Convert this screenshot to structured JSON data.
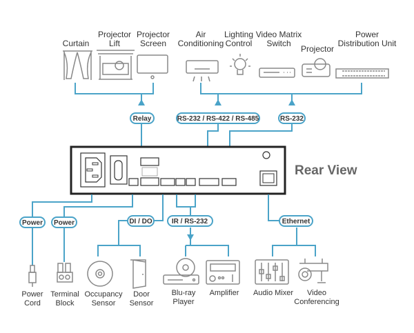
{
  "title": "Rear View",
  "colors": {
    "wire": "#4aa3c8",
    "device_outline": "#888888",
    "panel": "#222222"
  },
  "top_devices": [
    {
      "id": "curtain",
      "label_lines": [
        "Curtain"
      ],
      "icon": "curtain-icon"
    },
    {
      "id": "projector-lift",
      "label_lines": [
        "Projector",
        "Lift"
      ],
      "icon": "projector-lift-icon"
    },
    {
      "id": "projector-screen",
      "label_lines": [
        "Projector",
        "Screen"
      ],
      "icon": "projector-screen-icon"
    },
    {
      "id": "air-conditioning",
      "label_lines": [
        "Air",
        "Conditioning"
      ],
      "icon": "air-conditioner-icon"
    },
    {
      "id": "lighting-control",
      "label_lines": [
        "Lighting",
        "Control"
      ],
      "icon": "light-bulb-icon"
    },
    {
      "id": "video-matrix-switch",
      "label_lines": [
        "Video Matrix",
        "Switch"
      ],
      "icon": "matrix-switch-icon"
    },
    {
      "id": "projector",
      "label_lines": [
        "Projector"
      ],
      "icon": "projector-icon"
    },
    {
      "id": "pdu",
      "label_lines": [
        "Power",
        "Distribution Unit"
      ],
      "icon": "pdu-icon"
    }
  ],
  "bottom_devices": [
    {
      "id": "power-cord",
      "label_lines": [
        "Power",
        "Cord"
      ],
      "icon": "power-cord-icon"
    },
    {
      "id": "terminal-block",
      "label_lines": [
        "Terminal",
        "Block"
      ],
      "icon": "terminal-block-icon"
    },
    {
      "id": "occupancy-sensor",
      "label_lines": [
        "Occupancy",
        "Sensor"
      ],
      "icon": "occupancy-sensor-icon"
    },
    {
      "id": "door-sensor",
      "label_lines": [
        "Door",
        "Sensor"
      ],
      "icon": "door-icon"
    },
    {
      "id": "bluray-player",
      "label_lines": [
        "Blu-ray",
        "Player"
      ],
      "icon": "bluray-player-icon"
    },
    {
      "id": "amplifier",
      "label_lines": [
        "Amplifier"
      ],
      "icon": "amplifier-icon"
    },
    {
      "id": "audio-mixer",
      "label_lines": [
        "Audio Mixer"
      ],
      "icon": "audio-mixer-icon"
    },
    {
      "id": "video-conferencing",
      "label_lines": [
        "Video",
        "Conferencing"
      ],
      "icon": "camera-icon"
    }
  ],
  "connections": {
    "relay": "Relay",
    "serial_multi": "RS-232 / RS-422 / RS-485",
    "serial_rs232": "RS-232",
    "power_cord": "Power",
    "power_terminal": "Power",
    "dido": "DI / DO",
    "ir_rs232": "IR / RS-232",
    "ethernet": "Ethernet"
  }
}
